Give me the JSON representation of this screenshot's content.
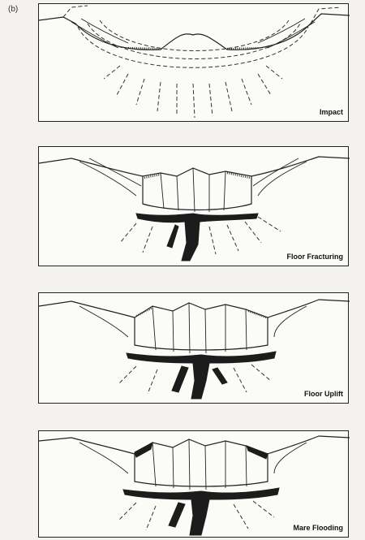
{
  "figure": {
    "label": "(b)"
  },
  "panels": [
    {
      "caption": "Impact"
    },
    {
      "caption": "Floor Fracturing"
    },
    {
      "caption": "Floor Uplift"
    },
    {
      "caption": "Mare Flooding"
    }
  ]
}
